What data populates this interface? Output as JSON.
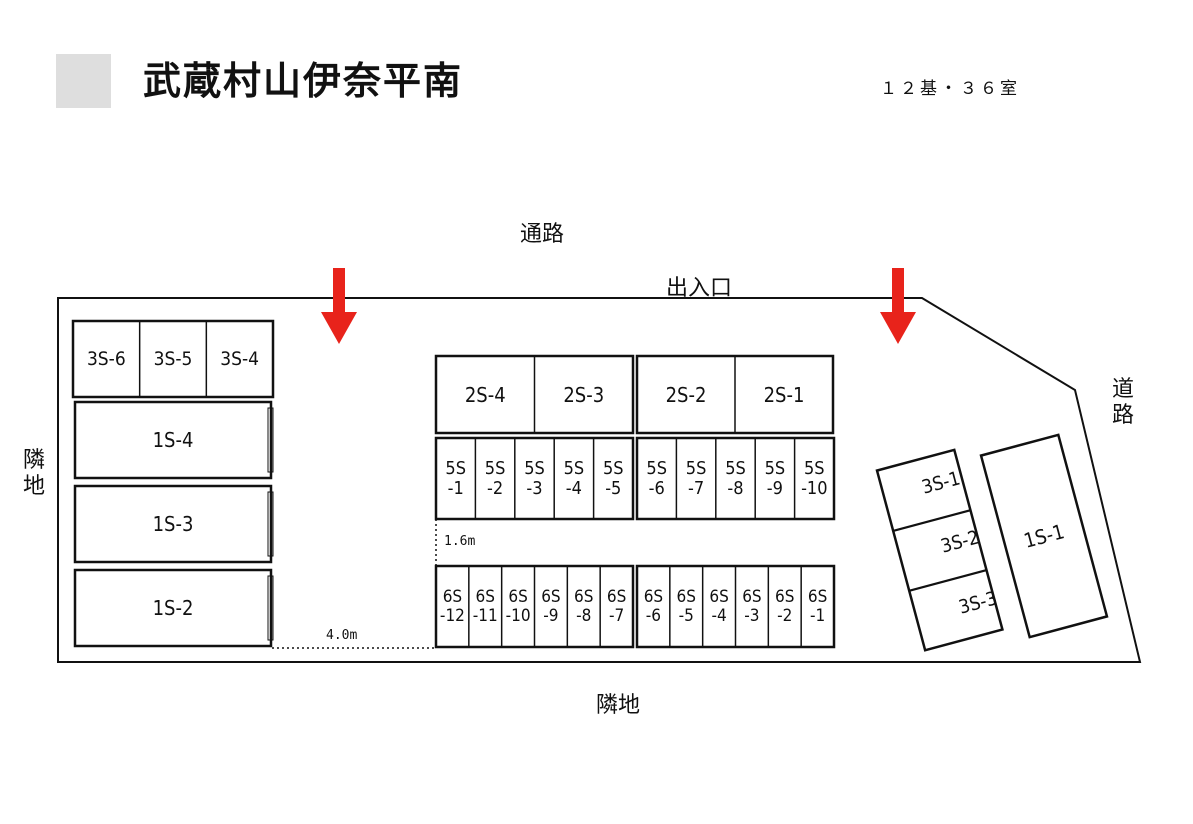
{
  "header": {
    "title": "武蔵村山伊奈平南",
    "summary": "１２基・３６室"
  },
  "labels": {
    "road_top": "通路",
    "entrance": "出入口",
    "road_right": "道路",
    "neighbor_left": "隣地",
    "neighbor_bottom": "隣地",
    "dim_gap": "1.6m",
    "dim_width": "4.0m"
  },
  "colors": {
    "arrow": "#e8231b",
    "line": "#111111",
    "logo_box": "#dedede"
  },
  "units": {
    "row_3s_left": [
      "3S-6",
      "3S-5",
      "3S-4"
    ],
    "row_1s_left": [
      "1S-4",
      "1S-3",
      "1S-2"
    ],
    "row_2s": [
      "2S-4",
      "2S-3",
      "2S-2",
      "2S-1"
    ],
    "row_5s": [
      "5S\n-1",
      "5S\n-2",
      "5S\n-3",
      "5S\n-4",
      "5S\n-5",
      "5S\n-6",
      "5S\n-7",
      "5S\n-8",
      "5S\n-9",
      "5S\n-10"
    ],
    "row_6s": [
      "6S\n-12",
      "6S\n-11",
      "6S\n-10",
      "6S\n-9",
      "6S\n-8",
      "6S\n-7",
      "6S\n-6",
      "6S\n-5",
      "6S\n-4",
      "6S\n-3",
      "6S\n-2",
      "6S\n-1"
    ],
    "right_3s": [
      "3S-1",
      "3S-2",
      "3S-3"
    ],
    "right_1s": "1S-1"
  }
}
